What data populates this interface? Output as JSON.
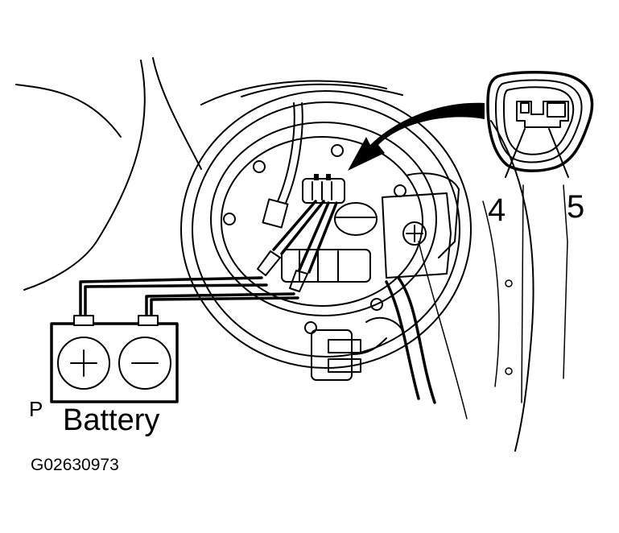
{
  "diagram": {
    "pin_labels": [
      "4",
      "5"
    ],
    "polarity_label": "P",
    "battery_label": "Battery",
    "figure_code": "G02630973",
    "battery_terminals": [
      "plus-icon",
      "minus-icon"
    ]
  }
}
